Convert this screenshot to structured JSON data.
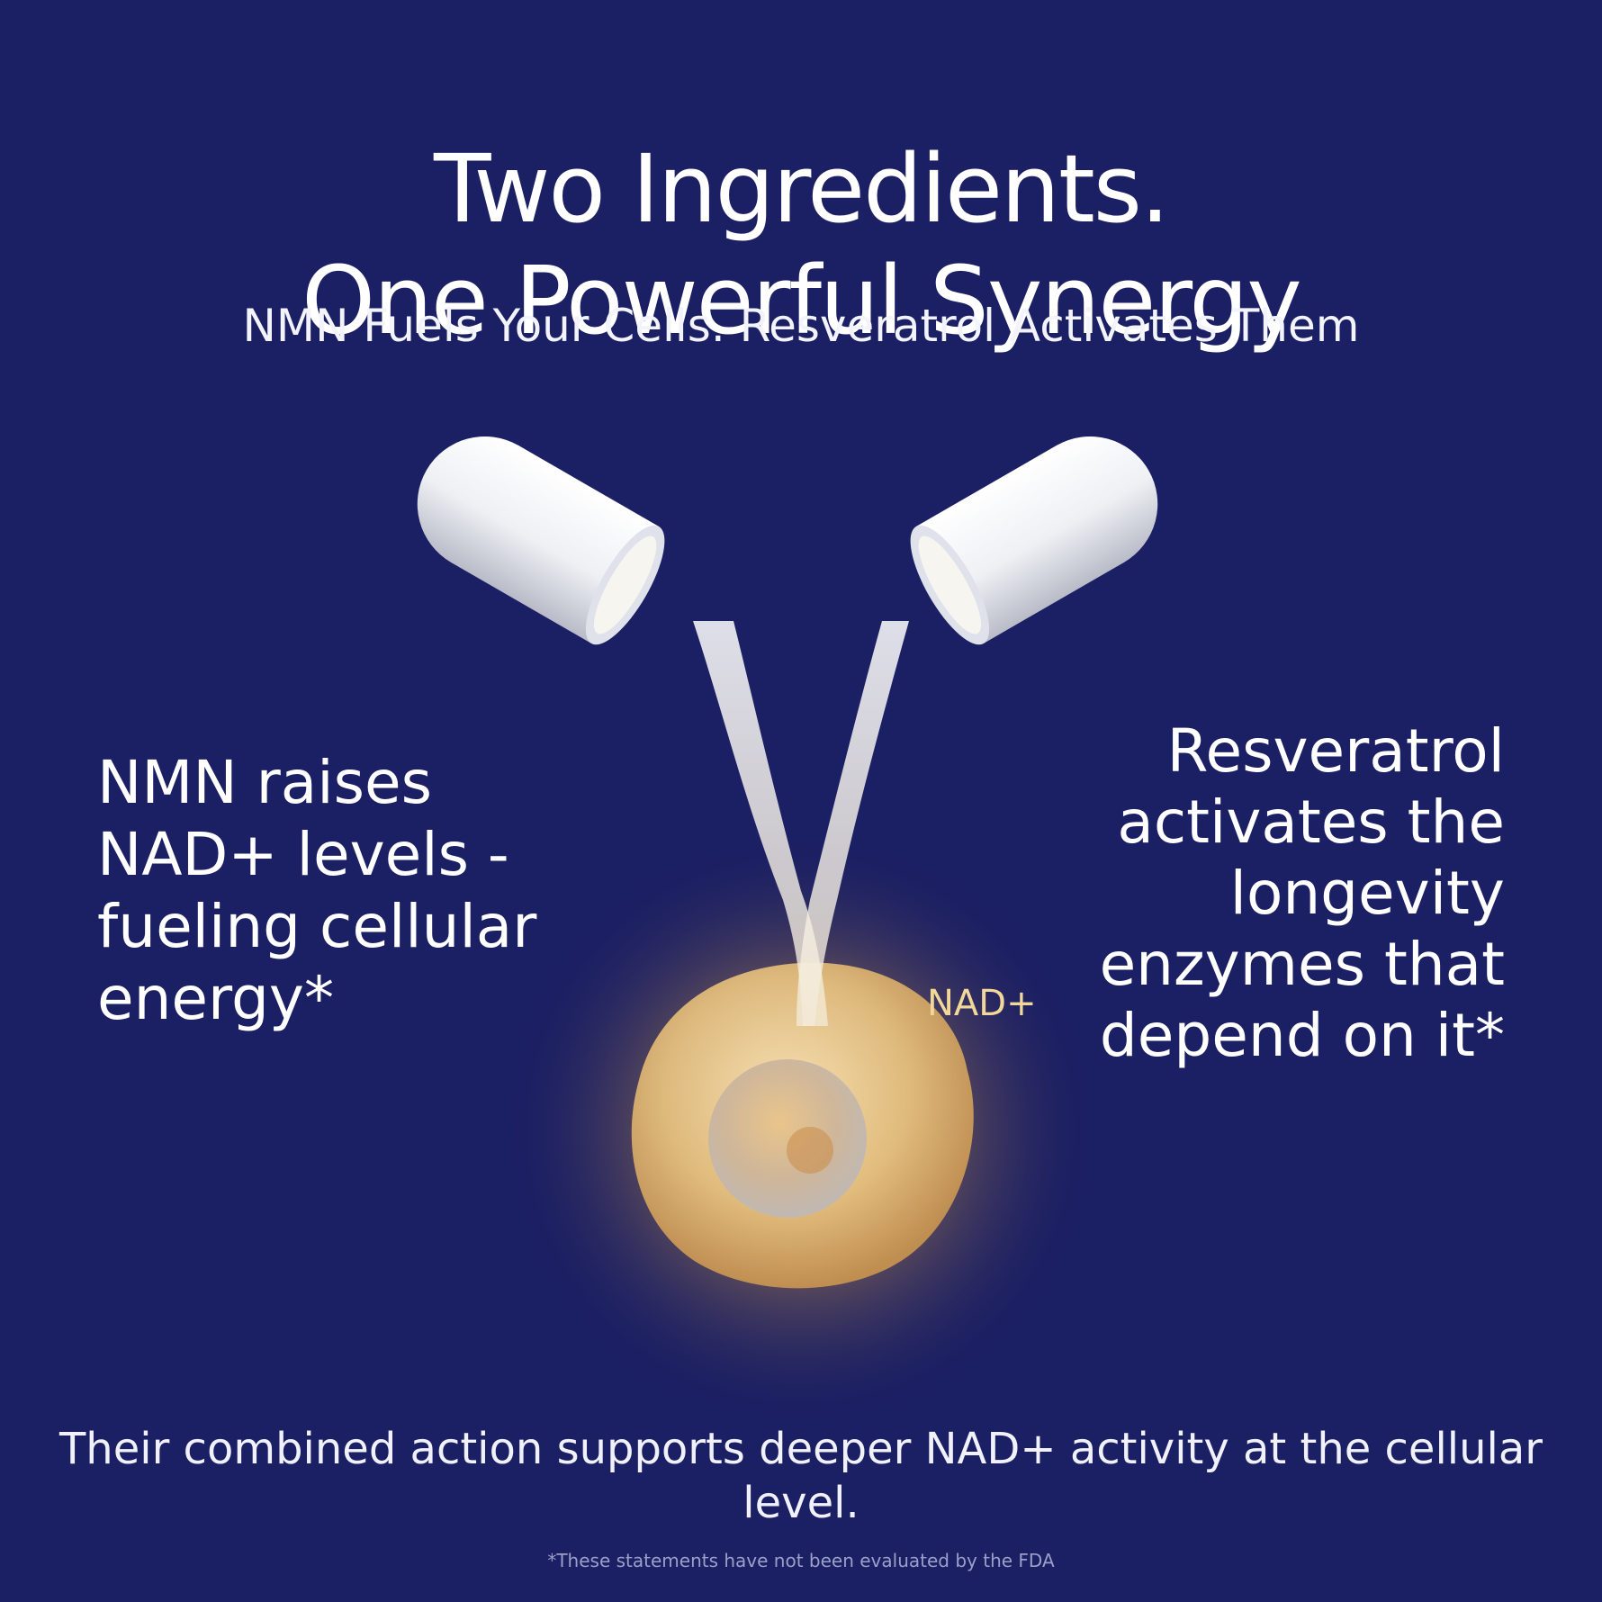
{
  "headline": {
    "line1": "Two Ingredients.",
    "line2": "One Powerful Synergy"
  },
  "subtitle": "NMN Fuels Your Cells. Resveratrol Activates Them",
  "left_copy": "NMN raises NAD+ levels - fueling cellular energy*",
  "right_copy": "Resveratrol activates the longevity enzymes that depend on it*",
  "illustration": {
    "label": "NAD+",
    "icons": [
      "capsule-left-icon",
      "capsule-right-icon",
      "powder-stream-icon",
      "cell-icon"
    ]
  },
  "combined_text": "Their combined action supports deeper NAD+ activity at the cellular level.",
  "disclaimer": "*These statements have not been evaluated by the FDA",
  "colors": {
    "background": "#1b1f63",
    "text": "#ffffff",
    "accent": "#f2d79a",
    "cell_glow": "#e9b35a"
  }
}
